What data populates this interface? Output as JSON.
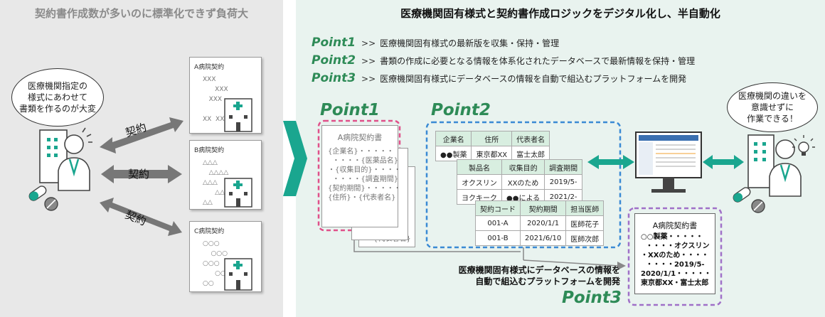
{
  "left": {
    "title": "契約書作成数が多いのに標準化できず負荷大",
    "bubble": [
      "医療機関指定の",
      "様式にあわせて",
      "書類を作るのが大変"
    ],
    "arrow_label": "契約",
    "docs": [
      {
        "title": "A病院契約",
        "marks": "XXX\n      XXX\n   XXX\n           XX\nXX  XX"
      },
      {
        "title": "B病院契約",
        "marks": "△△△\n   △△△△\n△△△\n      △△△\n△△"
      },
      {
        "title": "C病院契約",
        "marks": "○○○\n    ○○○\n○○○\n      ○○○\n○○"
      }
    ]
  },
  "right": {
    "title": "医療機関固有様式と契約書作成ロジックをデジタル化し、半自動化",
    "points": [
      {
        "name": "Point1",
        "arrow": ">>",
        "text": "医療機関固有様式の最新版を収集・保持・管理"
      },
      {
        "name": "Point2",
        "arrow": ">>",
        "text": "書類の作成に必要となる情報を体系化されたデータベースで最新情報を保持・管理"
      },
      {
        "name": "Point3",
        "arrow": ">>",
        "text": "医療機関固有様式にデータベースの情報を自動で組込むプラットフォームを開発"
      }
    ],
    "big_point1": "Point1",
    "big_point2": "Point2",
    "big_point3": "Point3",
    "template": {
      "title": "A病院契約書",
      "lines": "{企業名}・・・・・\n  ・・・・{医薬品名}\n・{収集目的}・・・・\n  ・・・・{調査期間}\n{契約期間}・・・・・\n{住所}・{代表者名}",
      "back_fragment": "・{代表者名}"
    },
    "tables": [
      {
        "rows": [
          [
            "企業名",
            "住所",
            "代表者名"
          ],
          [
            "●●製薬",
            "東京都XX",
            "富士太郎"
          ]
        ]
      },
      {
        "rows": [
          [
            "製品名",
            "収集目的",
            "調査期間"
          ],
          [
            "オクスリン",
            "XXのため",
            "2019/5-"
          ],
          [
            "ヨクキーク",
            "●●による",
            "2021/2-"
          ]
        ]
      },
      {
        "rows": [
          [
            "契約コード",
            "契約期間",
            "担当医師"
          ],
          [
            "001-A",
            "2020/1/1",
            "医師花子"
          ],
          [
            "001-B",
            "2021/6/10",
            "医師次郎"
          ]
        ]
      }
    ],
    "bubble": [
      "医療機関の違いを",
      "意識せずに",
      "作業できる！"
    ],
    "caption": [
      "医療機関固有様式にデータベースの情報を",
      "自動で組込むプラットフォームを開発"
    ],
    "output": {
      "title": "A病院契約書",
      "lines": "○○製薬・・・・・\n  ・・・・オクスリン\n・XXのため・・・・\n  ・・・・2019/5-\n2020/1/1・・・・・\n東京都XX・富士太郎"
    }
  },
  "colors": {
    "accent_green": "#2e8b57",
    "teal_arrow": "#1aa68f",
    "pink_dash": "#e0508a",
    "blue_dash": "#3a8ad4",
    "purple_dash": "#a070c8"
  }
}
